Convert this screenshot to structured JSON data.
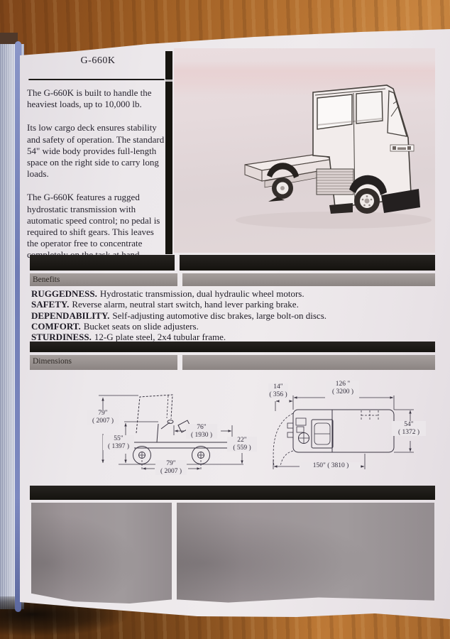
{
  "title": "G-660K",
  "intro": {
    "p1": "The G-660K is built to handle the\nheaviest loads, up to 10,000 lb.",
    "p2": "Its low cargo deck ensures stability\nand safety of operation. The standard\n54\" wide body provides full-length\nspace on the right side to carry long\nloads.",
    "p3": "The G-660K features a rugged\nhydrostatic transmission with\nautomatic speed control; no pedal is\nrequired to shift gears. This leaves\nthe operator free to concentrate\ncompletely on the task at hand."
  },
  "benefits": {
    "label": "Benefits",
    "items": [
      {
        "term": "RUGGEDNESS.",
        "desc": "Hydrostatic transmission, dual hydraulic wheel motors."
      },
      {
        "term": "SAFETY.",
        "desc": "Reverse alarm, neutral start switch, hand lever parking brake."
      },
      {
        "term": "DEPENDABILITY.",
        "desc": "Self-adjusting automotive disc brakes, large bolt-on discs."
      },
      {
        "term": "COMFORT.",
        "desc": "Bucket seats on slide adjusters."
      },
      {
        "term": "STURDINESS.",
        "desc": "12-G plate steel, 2x4 tubular frame."
      }
    ]
  },
  "dimensions": {
    "label": "Dimensions",
    "side": {
      "height_in": "79\"",
      "height_mm": "( 2007 )",
      "seat_in": "55\"",
      "seat_mm": "( 1397 )",
      "deck_in": "76\"",
      "deck_mm": "( 1930 )",
      "deckh_in": "22\"",
      "deckh_mm": "( 559 )",
      "wb_in": "79\"",
      "wb_mm": "( 2007 )"
    },
    "top": {
      "oh_in": "14\"",
      "oh_mm": "( 356 )",
      "bed_in": "126 \"",
      "bed_mm": "( 3200 )",
      "w_in": "54\"",
      "w_mm": "( 1372 )",
      "len": "150\" ( 3810 )"
    }
  },
  "colors": {
    "bar-black": "#1a1713",
    "bar-gray": "#968f8d",
    "page": "#eae6e9",
    "photo-bg": "#e2d7d8",
    "wood": "#a4662c",
    "ink": "#27242f",
    "block-gray": "#9b9396",
    "spine-blue": "#7380b9"
  }
}
